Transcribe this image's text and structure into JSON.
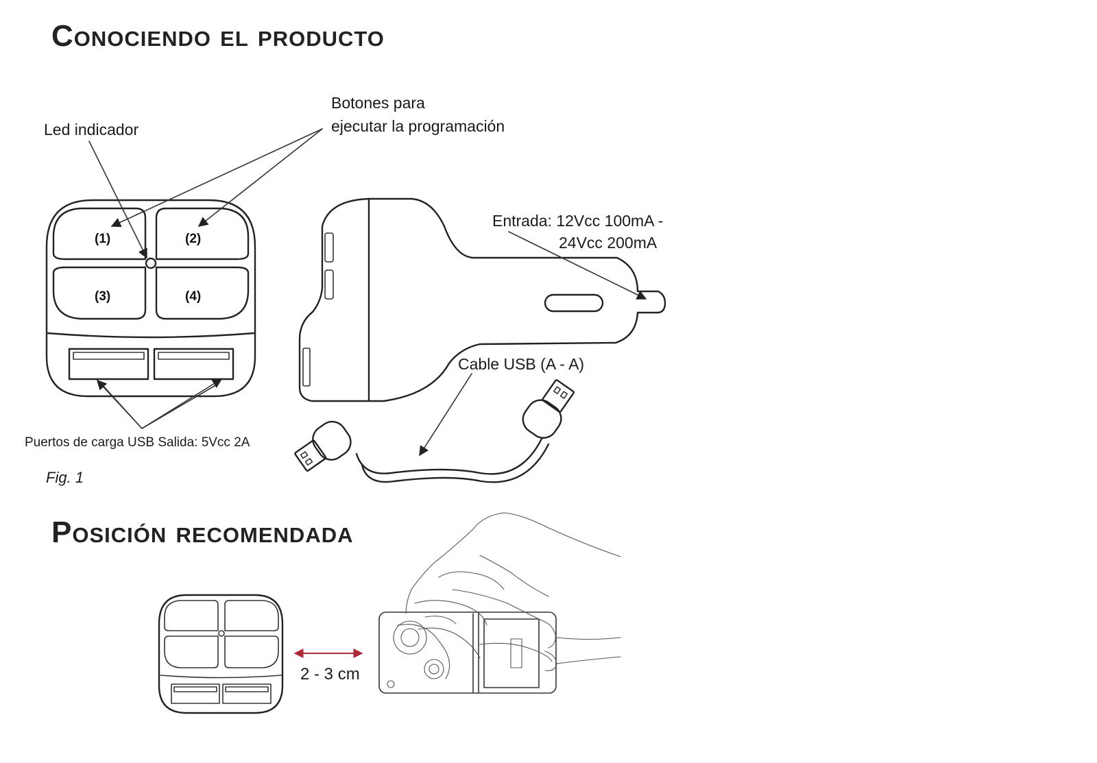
{
  "sections": {
    "product": {
      "title": "Conociendo el producto"
    },
    "position": {
      "title": "Posición recomendada"
    }
  },
  "labels": {
    "led": "Led indicador",
    "buttons_line1": "Botones para",
    "buttons_line2": "ejecutar la programación",
    "input_line1": "Entrada: 12Vcc 100mA -",
    "input_line2": "24Vcc 200mA",
    "cable": "Cable USB (A - A)",
    "ports": "Puertos de carga USB Salida: 5Vcc 2A",
    "figure": "Fig. 1",
    "distance": "2 - 3 cm"
  },
  "buttons": [
    "(1)",
    "(2)",
    "(3)",
    "(4)"
  ],
  "colors": {
    "distance_arrow": "#b0283a",
    "line": "#222222"
  }
}
